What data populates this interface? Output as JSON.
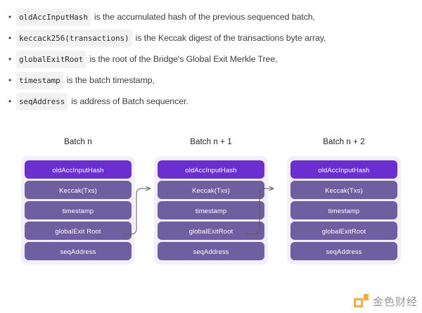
{
  "bullets": [
    {
      "code": "oldAccInputHash",
      "text": "is the accumulated hash of the previous sequenced batch,"
    },
    {
      "code": "keccack256(transactions)",
      "text": "is the Keccak digest of the transactions byte array,"
    },
    {
      "code": "globalExitRoot",
      "text": "is the root of the Bridge's Global Exit Merkle Tree,"
    },
    {
      "code": "timestamp",
      "text": "is the batch timestamp,"
    },
    {
      "code": "seqAddress",
      "text": "is address of Batch sequencer."
    }
  ],
  "diagram": {
    "columns": [
      {
        "title": "Batch n",
        "rows": [
          "oldAccInputHash",
          "Keccak(Txs)",
          "timestamp",
          "globalExit Root",
          "seqAddress"
        ]
      },
      {
        "title": "Batch n + 1",
        "rows": [
          "oldAccInputHash",
          "Keccak(Txs)",
          "timestamp",
          "globalExitRoot",
          "seqAddress"
        ]
      },
      {
        "title": "Batch n + 2",
        "rows": [
          "oldAccInputHash",
          "Keccak(Txs)",
          "timestamp",
          "globalExitRoot",
          "seqAddress"
        ]
      }
    ],
    "colors": {
      "header_row": "#6b2fd0",
      "body_row": "#6e5fa0",
      "card_background": "#f3effa",
      "connector": "#5a5a5a",
      "page_background": "#ffffff"
    },
    "connector_count": 2
  },
  "watermark": {
    "text": "金色财经",
    "accent": "#f0a63c"
  }
}
